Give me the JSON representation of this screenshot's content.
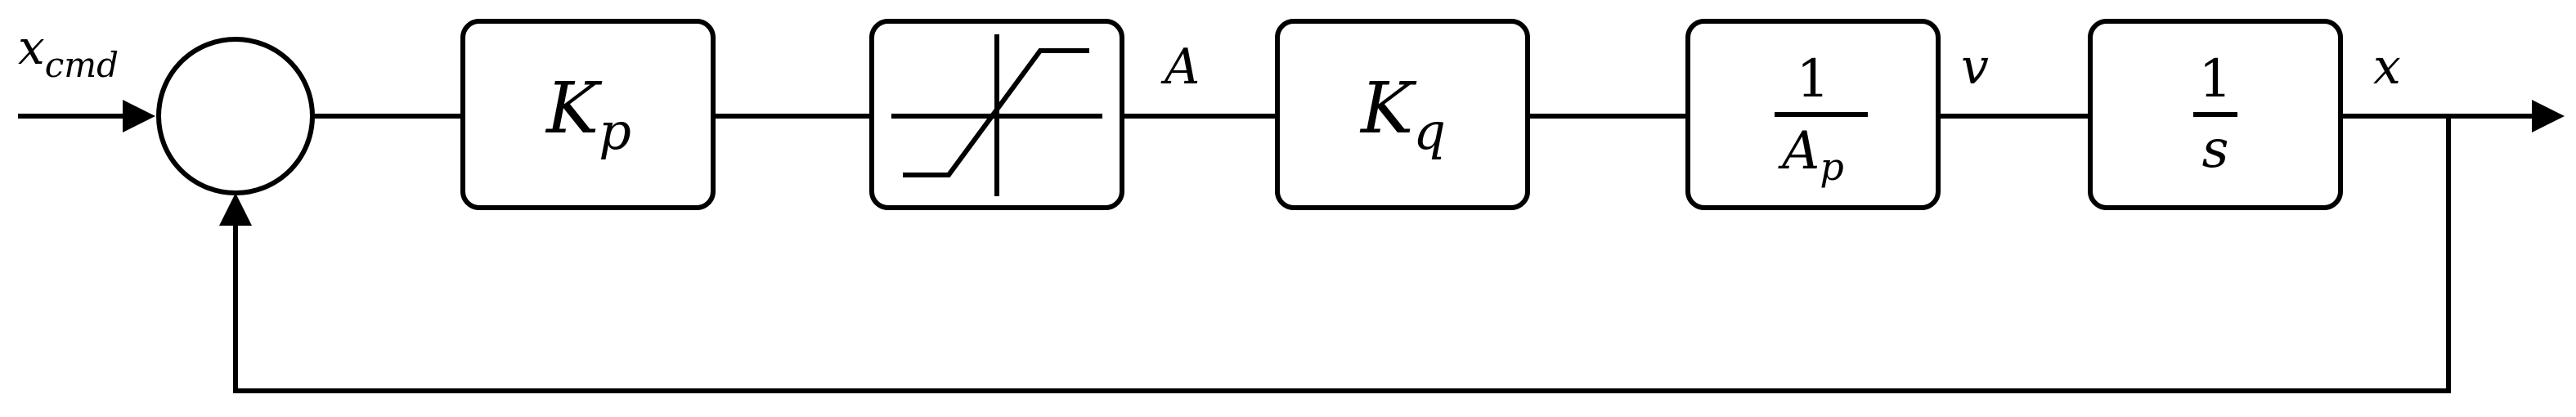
{
  "signals": {
    "input": {
      "base": "x",
      "sub": "cmd"
    },
    "after_saturation": "A",
    "velocity": "v",
    "output": "x"
  },
  "blocks": {
    "proportional_gain": {
      "base": "K",
      "sub": "p"
    },
    "saturation": {
      "icon": "saturation-icon"
    },
    "flow_gain": {
      "base": "K",
      "sub": "q"
    },
    "inverse_area": {
      "numerator": "1",
      "den_base": "A",
      "den_sub": "p"
    },
    "integrator": {
      "numerator": "1",
      "denominator": "s"
    }
  },
  "colors": {
    "line": "#000000",
    "background": "#ffffff"
  }
}
